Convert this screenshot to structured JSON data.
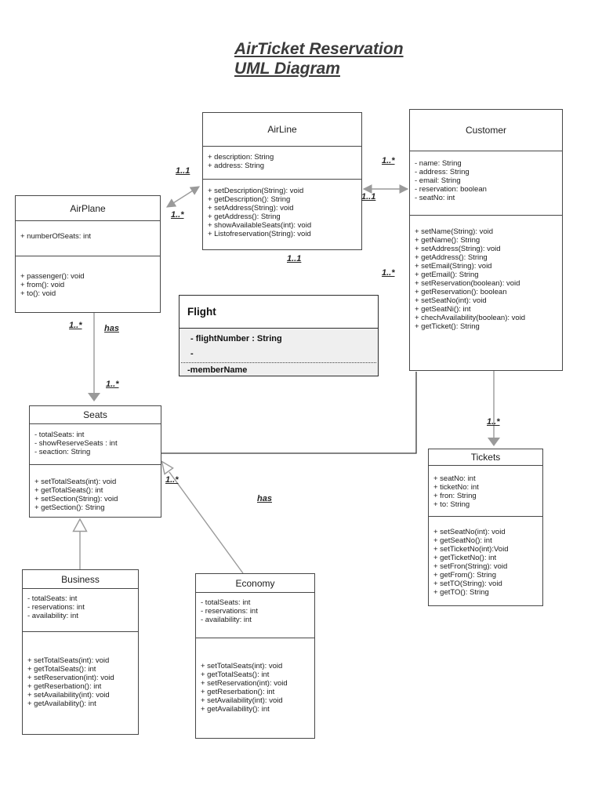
{
  "page_title": {
    "line1": "AirTicket Reservation",
    "line2": "UML Diagram"
  },
  "classes": {
    "airline": {
      "name": "AirLine",
      "attributes": [
        "+ description: String",
        "+ address: String"
      ],
      "methods": [
        "+ setDescription(String): void",
        "+ getDescription(): String",
        "+ setAddress(String): void",
        "+ getAddress(): String",
        "+ showAvailableSeats(int): void",
        "+ Listofreservation(String): void"
      ]
    },
    "customer": {
      "name": "Customer",
      "attributes": [
        "- name: String",
        "- address: String",
        "- email: String",
        "- reservation: boolean",
        "- seatNo: int"
      ],
      "methods": [
        "+ setName(String): void",
        "+ getName(): String",
        "+ setAddress(String): void",
        "+ getAddress(): String",
        "+ setEmail(String): void",
        "+ getEmail(): String",
        "+ setReservation(boolean): void",
        "+ getReservation(): boolean",
        "+ setSeatNo(int): void",
        "+ getSeatNi(): int",
        "+ chechAvailability(boolean): void",
        "+ getTicket(): String"
      ]
    },
    "airplane": {
      "name": "AirPlane",
      "attributes": [
        "+ numberOfSeats: int"
      ],
      "methods": [
        "+ passenger(): void",
        "+ from(): void",
        "+ to(): void"
      ]
    },
    "flight": {
      "name": "Flight",
      "fields": [
        "- flightNumber : String",
        "-"
      ],
      "footer": "-memberName"
    },
    "seats": {
      "name": "Seats",
      "attributes": [
        "- totalSeats: int",
        "- showReserveSeats : int",
        "- seaction: String"
      ],
      "methods": [
        "+ setTotalSeats(int): void",
        "+ getTotalSeats(): int",
        "+ setSection(String): void",
        "+ getSection(): String"
      ]
    },
    "tickets": {
      "name": "Tickets",
      "attributes": [
        "+ seatNo: int",
        "+ ticketNo: int",
        "+ fron: String",
        "+ to: String"
      ],
      "methods": [
        "+ setSeatNo(int): void",
        "+ getSeatNo(): int",
        "+ setTicketNo(int):Void",
        "+ getTicketNo(): int",
        "+ setFron(String): void",
        "+ getFrom(): String",
        "+ setTO(String): void",
        "+ getTO(): String"
      ]
    },
    "business": {
      "name": "Business",
      "attributes": [
        "- totalSeats: int",
        "- reservations: int",
        "- availability: int"
      ],
      "methods": [
        "+ setTotalSeats(int): void",
        "+ getTotalSeats(): int",
        "+ setReservation(int): void",
        "+ getReserbation(): int",
        "+ setAvailability(int): void",
        "+ getAvailability(): int"
      ]
    },
    "economy": {
      "name": "Economy",
      "attributes": [
        "- totalSeats: int",
        "- reservations: int",
        "- availability: int"
      ],
      "methods": [
        "+ setTotalSeats(int): void",
        "+ getTotalSeats(): int",
        "+ setReservation(int): void",
        "+ getReserbation(): int",
        "+ setAvailability(int): void",
        "+ getAvailability(): int"
      ]
    }
  },
  "connector_labels": {
    "airplane_airline_near_airline": "1..1",
    "airplane_airline_near_airplane": "1..*",
    "airline_customer_near_customer": "1..*",
    "airline_customer_near_airline": "1..1",
    "airline_bottom": "1..1",
    "airplane_seats_top": "1..*",
    "airplane_seats_has": "has",
    "airplane_seats_bottom": "1..*",
    "seats_customer": "1..*",
    "customer_tickets": "1..*",
    "economy_seats": "1..*",
    "economy_seats_has": "has"
  },
  "colors": {
    "box_border": "#474747",
    "connector_gray": "#9a9a9a",
    "connector_dark": "#3a3a3a",
    "flight_body_bg": "#efefef",
    "text": "#1c1c1c"
  }
}
